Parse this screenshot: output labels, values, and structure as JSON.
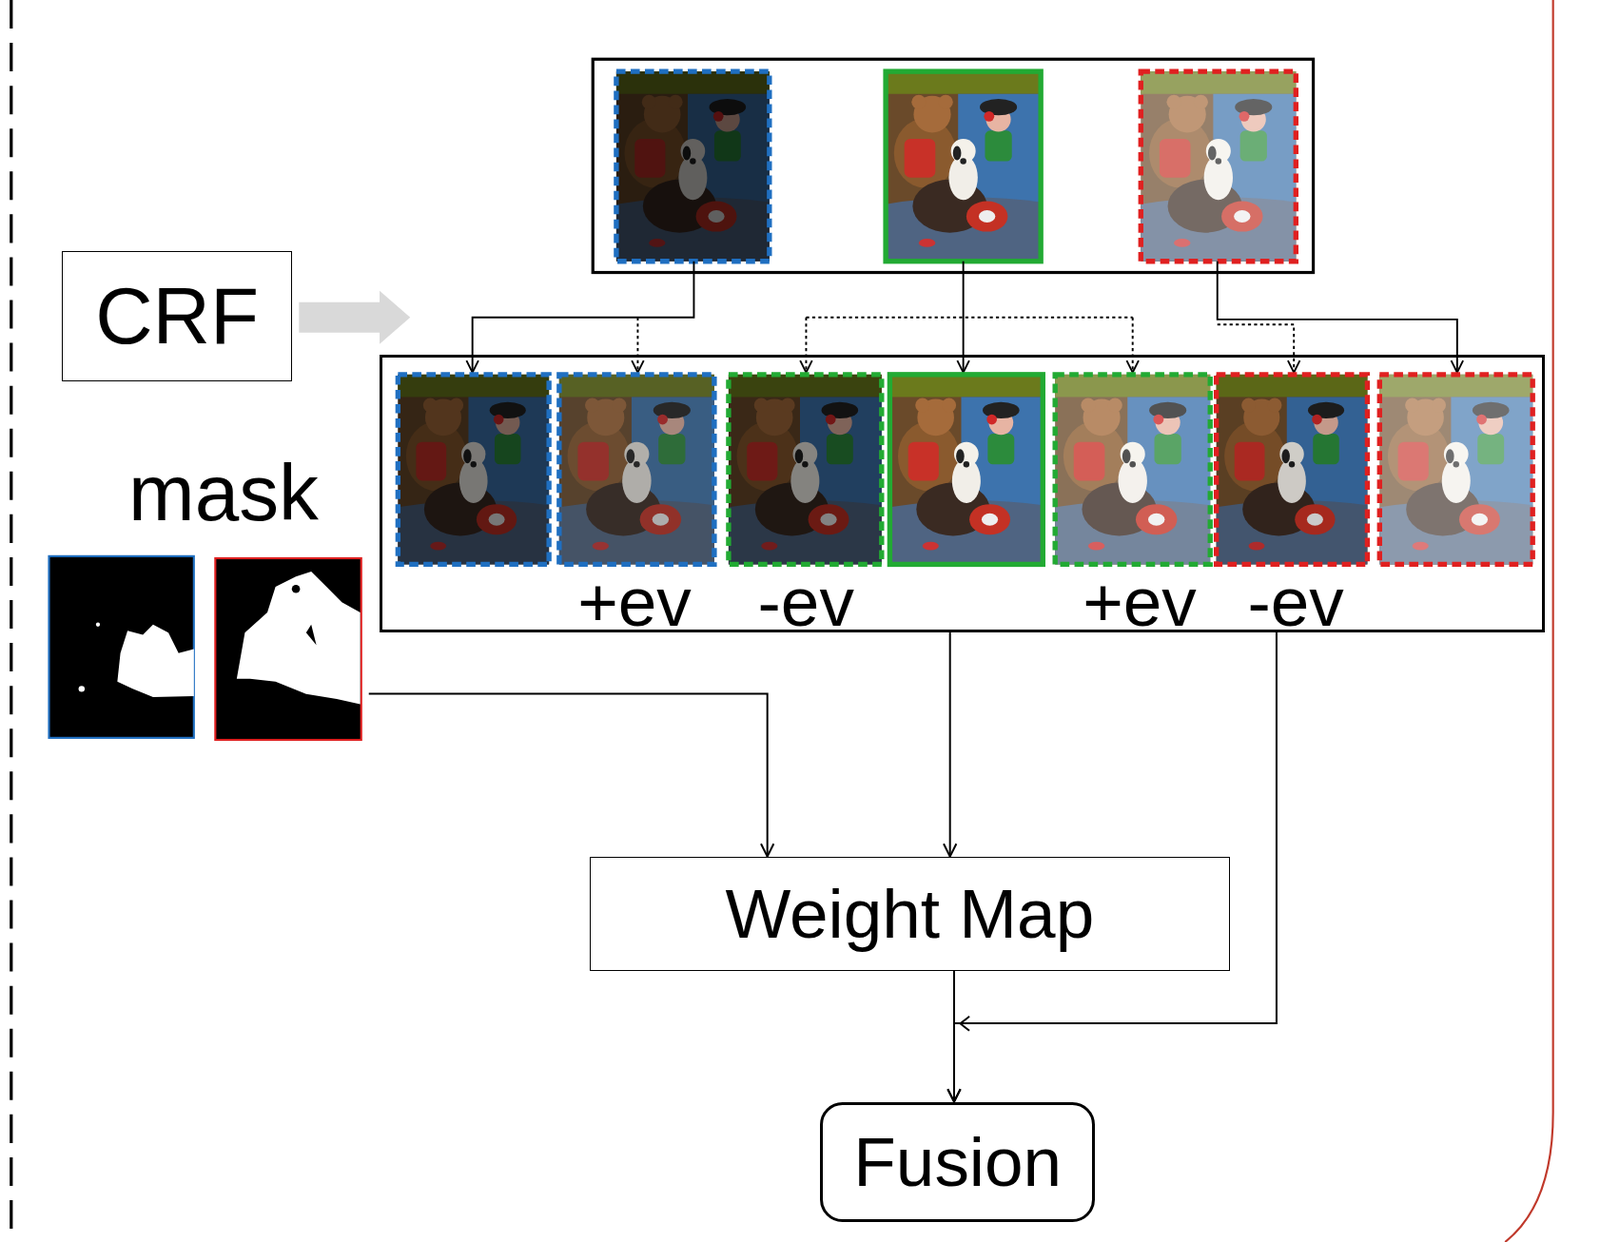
{
  "diagram": {
    "nodes": [
      {
        "text": [
          "CRF"
        ]
      },
      {
        "text": [
          "+ev",
          "-ev",
          "+ev",
          "-ev"
        ]
      },
      {
        "text": [
          "mask"
        ]
      },
      {
        "text": [
          "Weight Map"
        ]
      },
      {
        "text": [
          "Fusion"
        ]
      }
    ],
    "edges": [
      {
        "from": 1,
        "to": 3,
        "arrow": "to"
      },
      {
        "from": 2,
        "to": 3,
        "arrow": "to"
      },
      {
        "from": 3,
        "to": 4,
        "arrow": "to"
      },
      {
        "from": 1,
        "to": 4,
        "arrow": "to"
      }
    ]
  }
}
